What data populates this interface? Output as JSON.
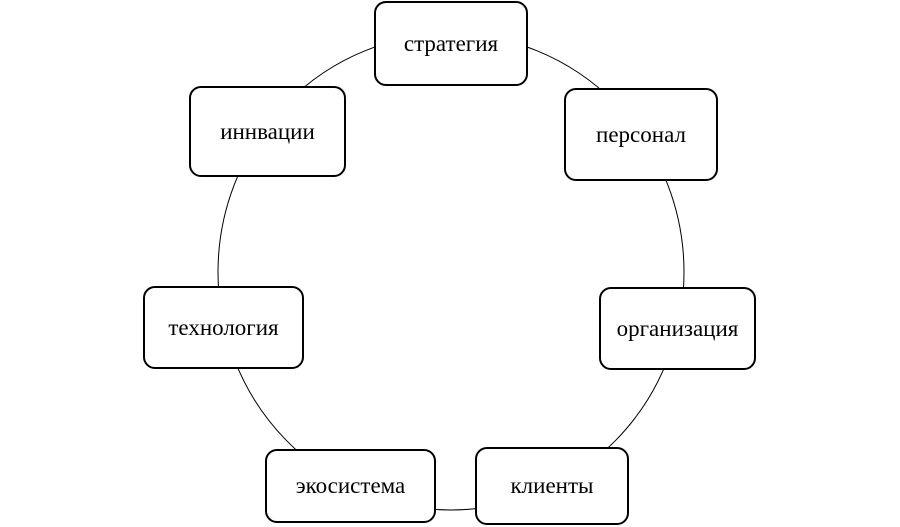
{
  "diagram": {
    "type": "cycle",
    "nodes": [
      {
        "id": "strategy",
        "label": "стратегия"
      },
      {
        "id": "personnel",
        "label": "персонал"
      },
      {
        "id": "organization",
        "label": "организация"
      },
      {
        "id": "clients",
        "label": "клиенты"
      },
      {
        "id": "ecosystem",
        "label": "экосистема"
      },
      {
        "id": "technology",
        "label": "технология"
      },
      {
        "id": "innovations",
        "label": "иннвации"
      }
    ]
  }
}
